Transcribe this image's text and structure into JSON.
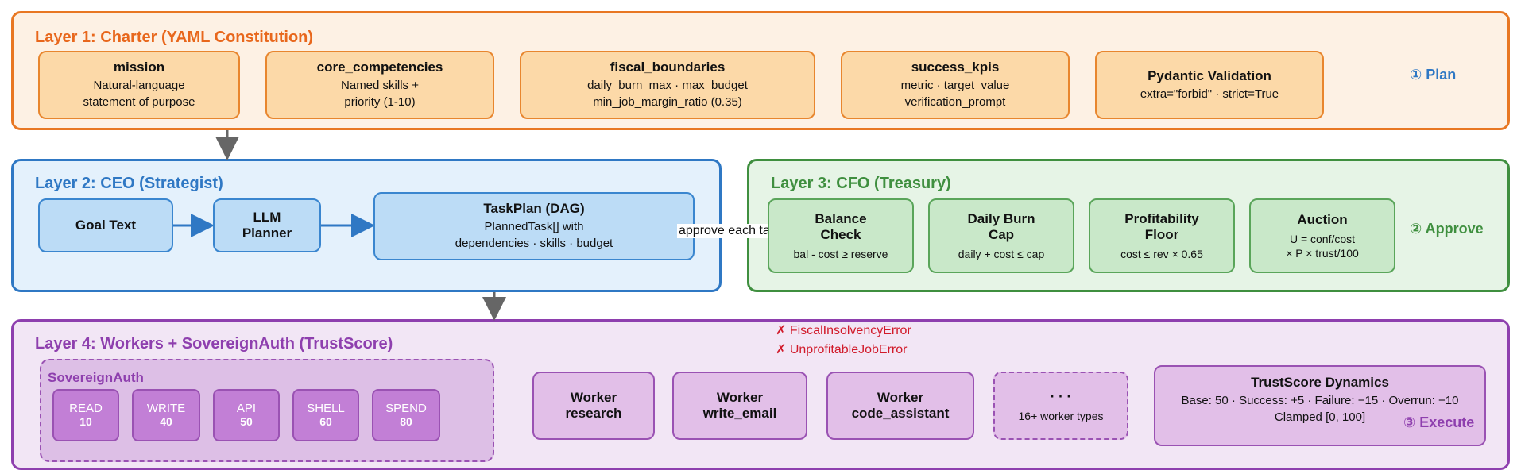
{
  "layer1": {
    "title": "Layer 1: Charter (YAML Constitution)",
    "boxes": [
      {
        "title": "mission",
        "lines": [
          "Natural-language",
          "statement of purpose"
        ]
      },
      {
        "title": "core_competencies",
        "lines": [
          "Named skills +",
          "priority (1-10)"
        ]
      },
      {
        "title": "fiscal_boundaries",
        "lines": [
          "daily_burn_max · max_budget",
          "min_job_margin_ratio (0.35)"
        ]
      },
      {
        "title": "success_kpis",
        "lines": [
          "metric · target_value",
          "verification_prompt"
        ]
      },
      {
        "title": "Pydantic Validation",
        "lines": [
          "extra=\"forbid\" · strict=True"
        ]
      }
    ],
    "step": "① Plan"
  },
  "layer2": {
    "title": "Layer 2: CEO (Strategist)",
    "goal": "Goal Text",
    "planner": [
      "LLM",
      "Planner"
    ],
    "taskplan": {
      "title": "TaskPlan (DAG)",
      "lines": [
        "PlannedTask[] with",
        "dependencies · skills · budget"
      ]
    }
  },
  "edge_label": "approve each task",
  "layer3": {
    "title": "Layer 3: CFO (Treasury)",
    "boxes": [
      {
        "title": [
          "Balance",
          "Check"
        ],
        "sub": "bal - cost ≥ reserve"
      },
      {
        "title": [
          "Daily Burn",
          "Cap"
        ],
        "sub": "daily + cost ≤ cap"
      },
      {
        "title": [
          "Profitability",
          "Floor"
        ],
        "sub": "cost ≤ rev × 0.65"
      },
      {
        "title": [
          "Auction"
        ],
        "sub": "U = conf/cost",
        "sub2": "× P × trust/100"
      }
    ],
    "step": "② Approve"
  },
  "errors": [
    "✗ FiscalInsolvencyError",
    "✗ UnprofitableJobError"
  ],
  "layer4": {
    "title": "Layer 4: Workers + SovereignAuth (TrustScore)",
    "sovereign": {
      "title": "SovereignAuth",
      "levels": [
        {
          "name": "READ",
          "value": "10"
        },
        {
          "name": "WRITE",
          "value": "40"
        },
        {
          "name": "API",
          "value": "50"
        },
        {
          "name": "SHELL",
          "value": "60"
        },
        {
          "name": "SPEND",
          "value": "80"
        }
      ]
    },
    "workers": [
      {
        "title": "Worker",
        "name": "research"
      },
      {
        "title": "Worker",
        "name": "write_email"
      },
      {
        "title": "Worker",
        "name": "code_assistant"
      }
    ],
    "more": {
      "title": "· · ·",
      "sub": "16+ worker types"
    },
    "trust": {
      "title": "TrustScore Dynamics",
      "line1": "Base: 50 · Success: +5 · Failure: −15 · Overrun: −10",
      "line2": "Clamped [0, 100]"
    },
    "step": "③ Execute"
  },
  "colors": {
    "charter": "#e87722",
    "ceo": "#2f78c4",
    "cfo": "#3f8f3f",
    "workers": "#8e3fae",
    "error": "#d11a2a"
  }
}
